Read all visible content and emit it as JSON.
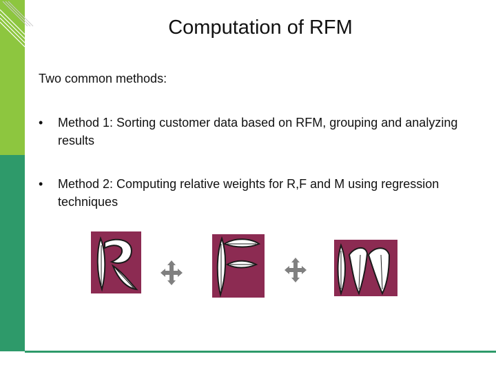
{
  "slide": {
    "title": "Computation of RFM",
    "intro": "Two common methods:",
    "bullet_symbol": "•",
    "bullets": [
      "Method 1: Sorting customer data based on RFM, grouping and analyzing results",
      "Method 2: Computing relative weights for R,F and M using regression techniques"
    ],
    "letters": [
      "R",
      "F",
      "M"
    ],
    "operators": [
      "plus-arrow-icon",
      "plus-arrow-icon"
    ]
  },
  "colors": {
    "green_light": "#8dc63f",
    "green_dark": "#2e9a6a",
    "letter_bg": "#8c2b52",
    "operator": "#808080"
  }
}
